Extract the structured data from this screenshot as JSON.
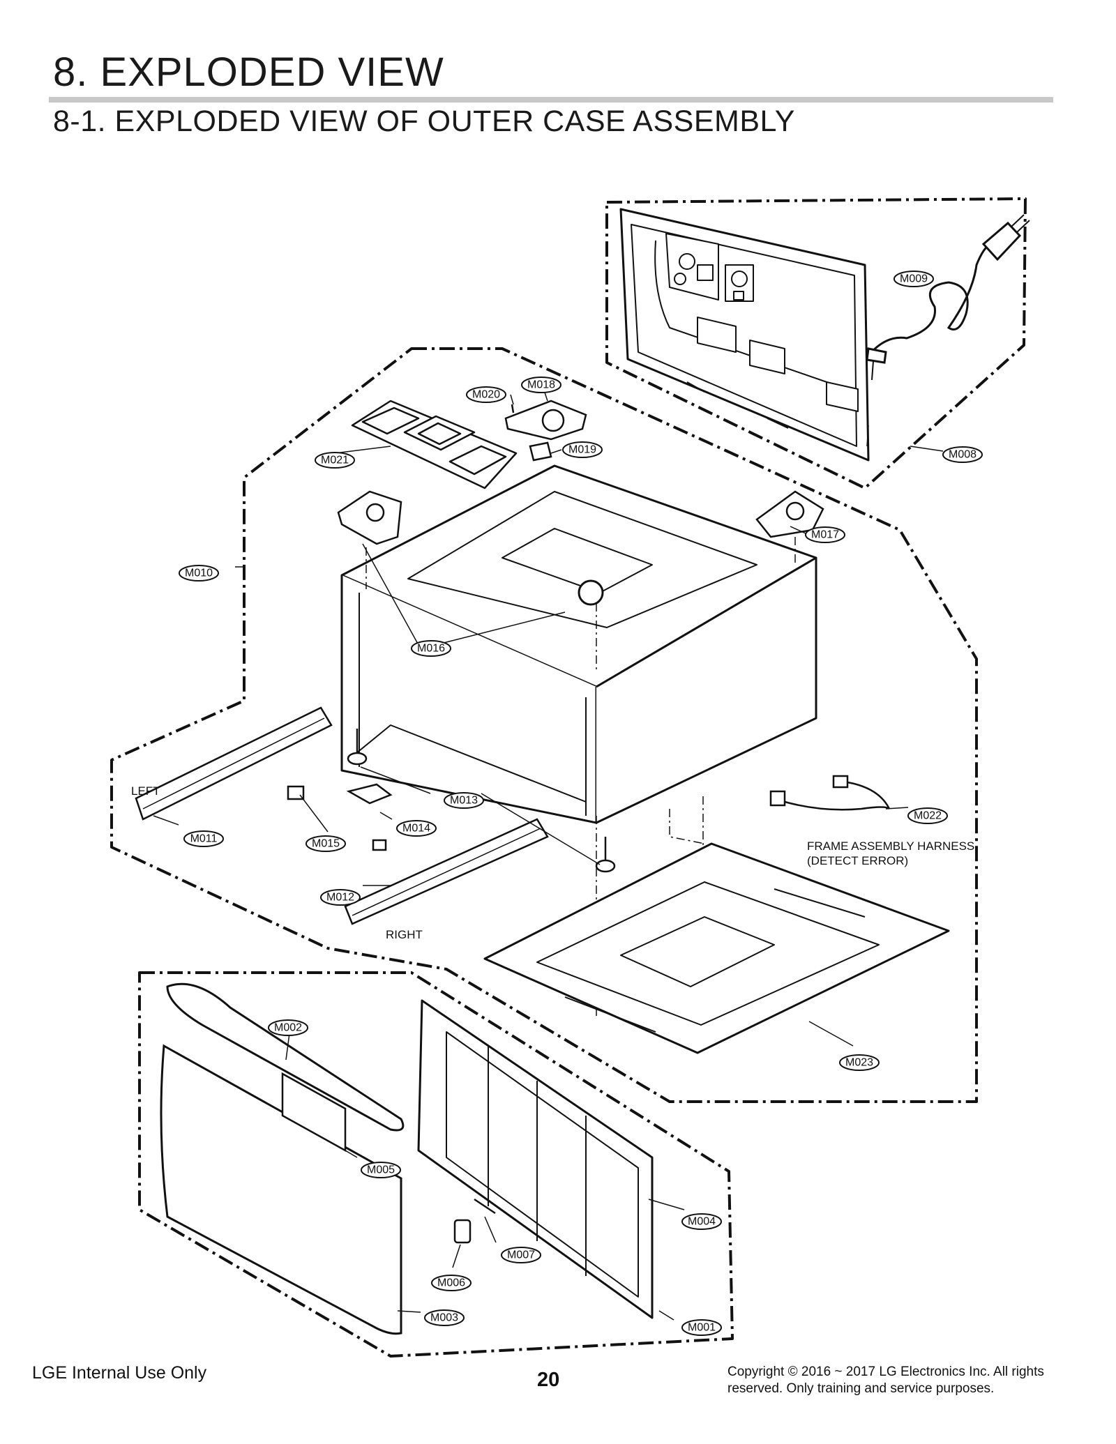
{
  "header": {
    "title": "8. EXPLODED VIEW",
    "subtitle": "8-1. EXPLODED VIEW OF OUTER CASE ASSEMBLY"
  },
  "callouts": {
    "M001": "M001",
    "M002": "M002",
    "M003": "M003",
    "M004": "M004",
    "M005": "M005",
    "M006": "M006",
    "M007": "M007",
    "M008": "M008",
    "M009": "M009",
    "M010": "M010",
    "M011": "M011",
    "M012": "M012",
    "M013": "M013",
    "M014": "M014",
    "M015": "M015",
    "M016": "M016",
    "M017": "M017",
    "M018": "M018",
    "M019": "M019",
    "M020": "M020",
    "M021": "M021",
    "M022": "M022",
    "M023": "M023"
  },
  "labels": {
    "left": "LEFT",
    "right": "RIGHT",
    "harness_line1": "FRAME ASSEMBLY HARNESS",
    "harness_line2": "(DETECT ERROR)"
  },
  "footer": {
    "left": "LGE Internal Use Only",
    "page": "20",
    "copyright": "Copyright © 2016 ~ 2017 LG Electronics Inc. All rights reserved. Only training and service purposes."
  }
}
